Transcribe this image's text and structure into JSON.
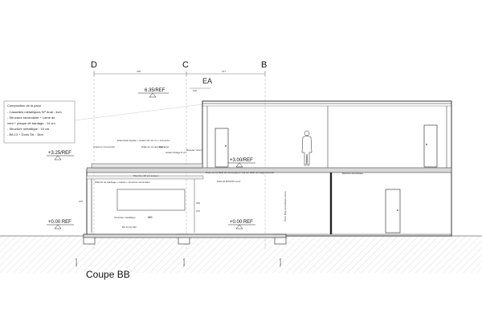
{
  "drawing_title": "Coupe BB",
  "axes": [
    {
      "letter": "D"
    },
    {
      "letter": "C"
    },
    {
      "letter": "B"
    }
  ],
  "dimensions": {
    "d_c": "478",
    "c_b": "377",
    "ea_offset": "100",
    "height_left": "375"
  },
  "section_marker": "EA",
  "levels": {
    "roof": "6.35/REF",
    "upper_left": "+3.25/REF",
    "upper_right": "+3.00/REF",
    "ground_left": "+0.00 REF",
    "ground_right": "+0.00 REF"
  },
  "composition": {
    "heading": "Composition de la paroi",
    "lines": [
      "- Cassettes métalliques SP Anal : 4cm",
      "- Structure secondaire + Lame de",
      "  vent + plaque de bardage : 14 cm",
      "- Structure métallique : 15 cm",
      "- BA 13 + Doris Str. : 8cm"
    ]
  },
  "annotations": {
    "gutter": "Cloisons Couverture",
    "insulation": "Etanchéité liquide + isolant LR 12 cm + Anmoche",
    "slab_compression": "Dalle de compression",
    "steel_deck": "Bac acier",
    "acoustic_insulation": "Isolant Filtage 8 cm",
    "brick": "Bouette \"acier\"",
    "floor_slab": "Plancher 20 cm anaxec",
    "plaster_ceiling": "Plafond de bardage + isolant + structure secondaire",
    "steel_structure": "Structure métallique",
    "ba_panel": "BA 13 10 SM",
    "mezzanine_note": "Pose sur la dalle de consequent / sol sur dalle de etage étanché",
    "floor_finish": "Plafond B/SANS sourl",
    "acoustic_barrier": "Barrière acoustique",
    "acoustic_partition": "Paroi Bois acoustique cuivre",
    "room_label": "M6",
    "mid_dim": "316",
    "mid_dim2": "272"
  },
  "foundation_labels": {
    "left": "Massifs",
    "middle": "Massifs",
    "right": "Massifs"
  }
}
